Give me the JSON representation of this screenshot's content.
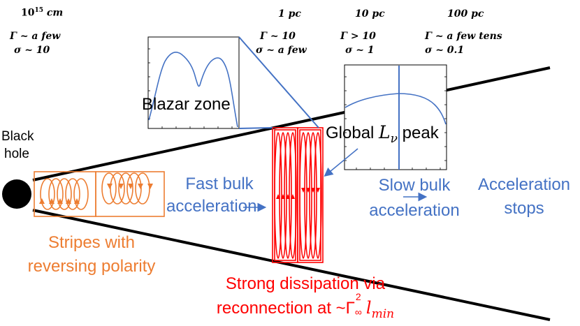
{
  "scale": {
    "s1": {
      "label": "10",
      "exp": "15",
      "unit": "cm",
      "gamma": "Γ ~ a few",
      "sigma": "σ ~ 10"
    },
    "s2": {
      "label": "1 pc",
      "gamma": "Γ ~ 10",
      "sigma": "σ ~ a few"
    },
    "s3": {
      "label": "10 pc",
      "gamma": "Γ > 10",
      "sigma": "σ ~ 1"
    },
    "s4": {
      "label": "100 pc",
      "gamma": "Γ ~ a few tens",
      "sigma": "σ ~ 0.1"
    }
  },
  "labels": {
    "black_hole_line1": "Black",
    "black_hole_line2": "hole",
    "blazar_zone": "Blazar zone",
    "global_peak_prefix": "Global",
    "global_peak_symbol": "L",
    "global_peak_sub": "ν",
    "global_peak_suffix": "peak",
    "fast_bulk_line1": "Fast bulk",
    "fast_bulk_line2": "acceleration",
    "slow_bulk_line1": "Slow bulk",
    "slow_bulk_line2": "acceleration",
    "accel_stops_line1": "Acceleration",
    "accel_stops_line2": "stops",
    "stripes_line1": "Stripes with",
    "stripes_line2": "reversing polarity",
    "dissipation_line1": "Strong dissipation via",
    "dissipation_line2_prefix": "reconnection at ~Γ",
    "dissipation_sub": "∞",
    "dissipation_sup": "2",
    "dissipation_l": "l",
    "dissipation_lsub": "min"
  },
  "colors": {
    "orange": "#ED7D31",
    "blue": "#4472C4",
    "red": "#FF0000",
    "black": "#000000"
  }
}
